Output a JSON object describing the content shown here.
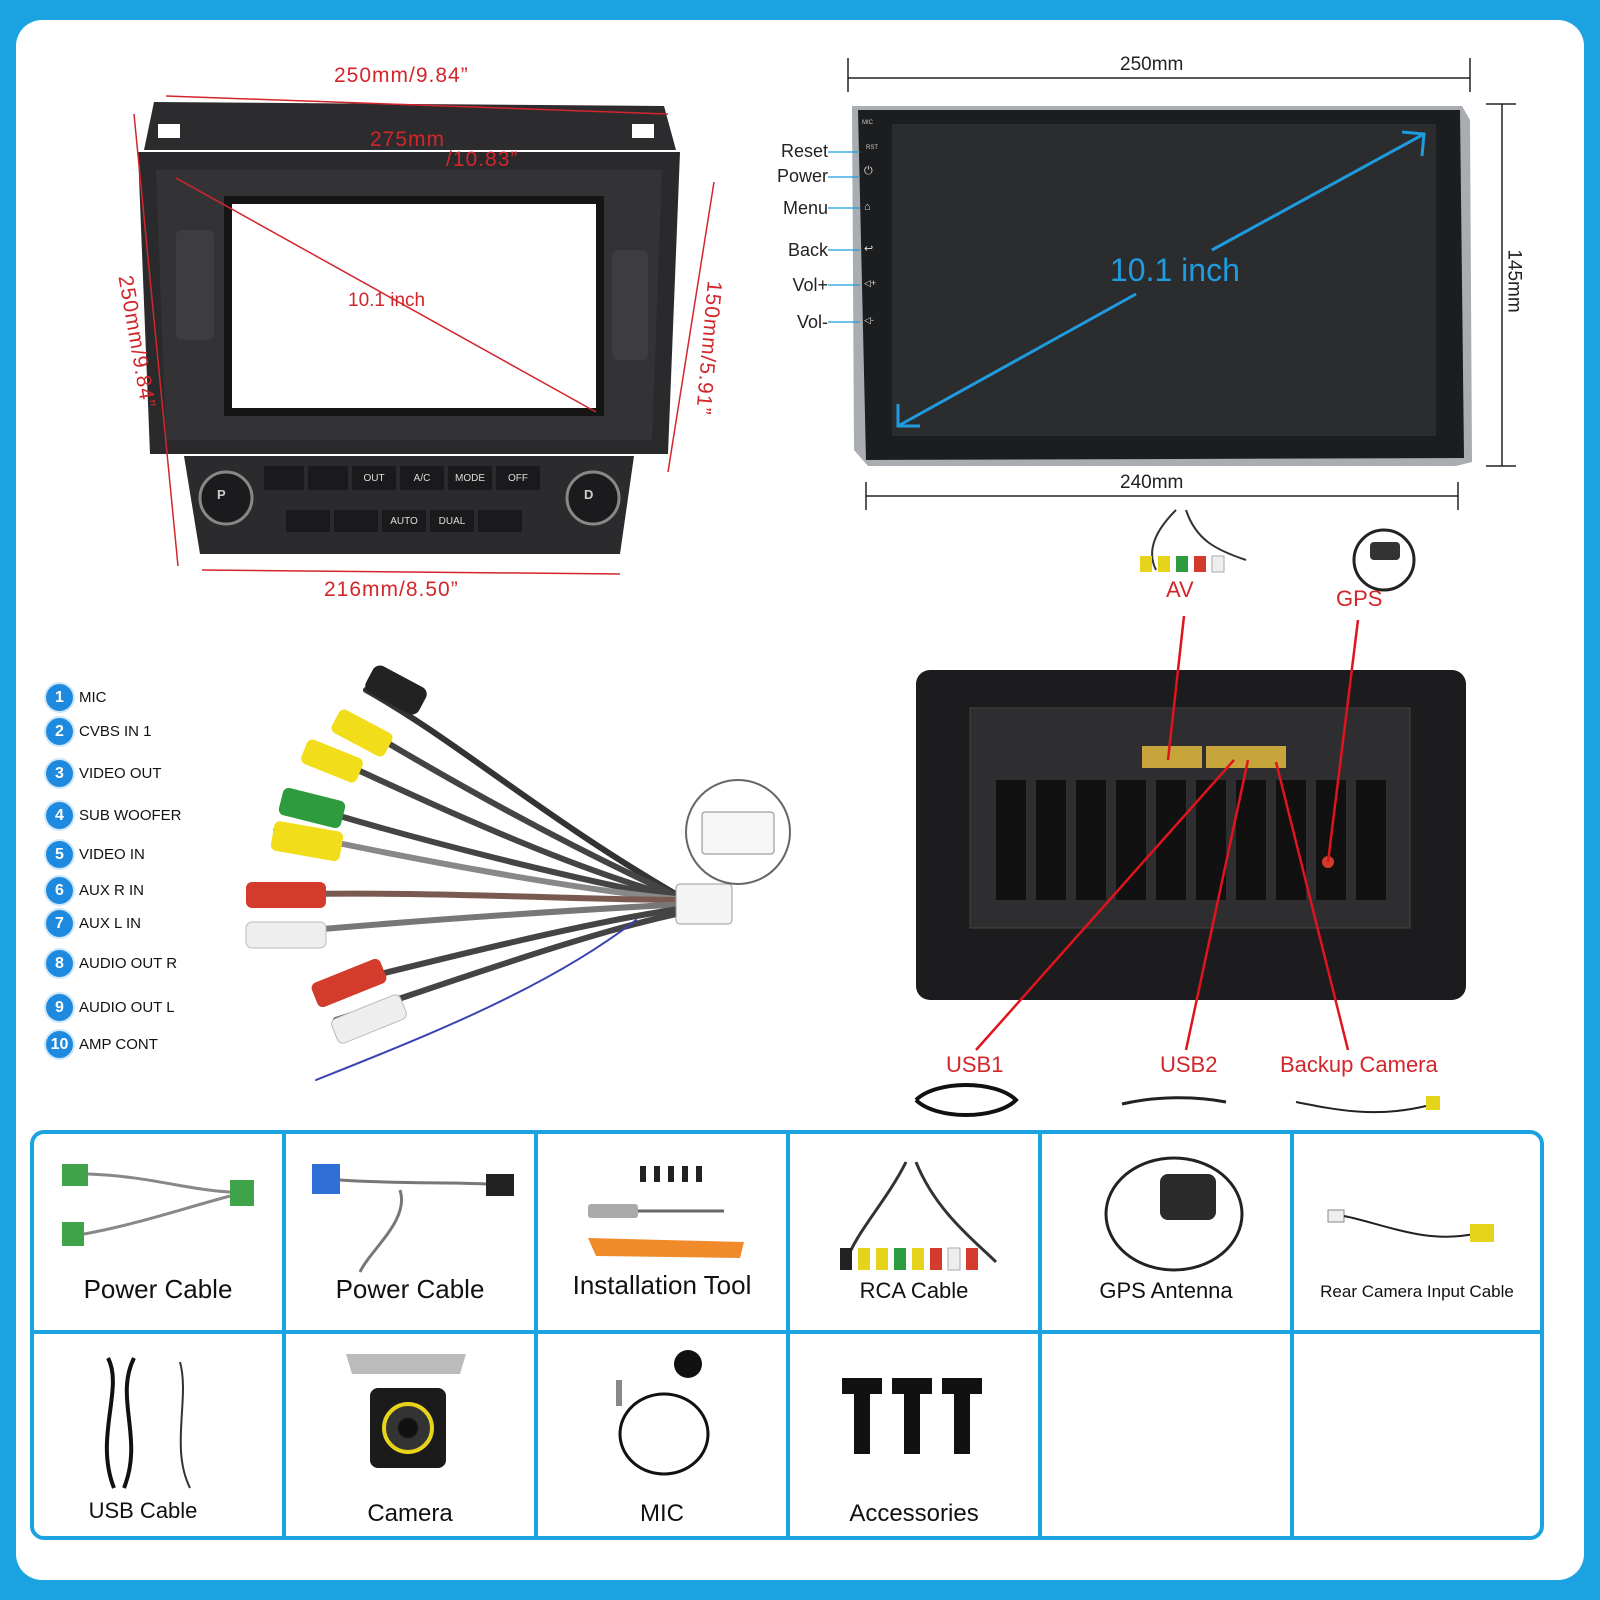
{
  "frame_diagram": {
    "top_width": "250mm/9.84”",
    "inner_width_1": "275mm",
    "inner_width_2": "/10.83”",
    "left_height": "250mm/9.84”",
    "right_height": "150mm/5.91”",
    "bottom_width": "216mm/8.50”",
    "diagonal": "10.1 inch",
    "climate_buttons": [
      "OUT",
      "A/C",
      "MODE",
      "OFF",
      "AUTO",
      "DUAL"
    ],
    "knob_left": "P",
    "knob_right": "D"
  },
  "screen_diagram": {
    "top_width": "250mm",
    "bottom_width": "240mm",
    "height": "145mm",
    "diagonal": "10.1 inch",
    "side_buttons": [
      "Reset",
      "Power",
      "Menu",
      "Back",
      "Vol+",
      "Vol-"
    ],
    "top_marks": [
      "MIC",
      "RST"
    ]
  },
  "cable_legend": [
    {
      "num": "1",
      "label": "MIC"
    },
    {
      "num": "2",
      "label": "CVBS IN 1"
    },
    {
      "num": "3",
      "label": "VIDEO OUT"
    },
    {
      "num": "4",
      "label": "SUB WOOFER"
    },
    {
      "num": "5",
      "label": "VIDEO IN"
    },
    {
      "num": "6",
      "label": "AUX R IN"
    },
    {
      "num": "7",
      "label": "AUX L IN"
    },
    {
      "num": "8",
      "label": "AUDIO OUT R"
    },
    {
      "num": "9",
      "label": "AUDIO OUT L"
    },
    {
      "num": "10",
      "label": "AMP CONT"
    }
  ],
  "back_ports": {
    "av": "AV",
    "gps": "GPS",
    "usb1": "USB1",
    "usb2": "USB2",
    "backup_camera": "Backup Camera"
  },
  "accessories": {
    "row1": [
      "Power Cable",
      "Power Cable",
      "Installation Tool",
      "RCA Cable",
      "GPS Antenna",
      "Rear Camera Input Cable"
    ],
    "row2": [
      "USB Cable",
      "Camera",
      "MIC",
      "Accessories"
    ]
  },
  "colors": {
    "background": "#1aa3e0",
    "dimension_red": "#d2262b",
    "diagonal_blue": "#1f9be0",
    "legend_blue": "#1d8ae0"
  }
}
